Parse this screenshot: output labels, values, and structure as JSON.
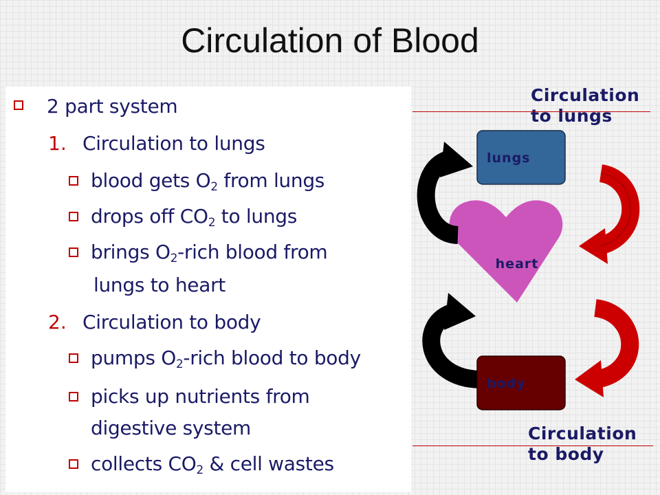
{
  "title": "Circulation of Blood",
  "bullets": {
    "b0": "2 part system",
    "n1": "1.",
    "h1": "Circulation to lungs",
    "s1a_pre": "blood gets O",
    "s1a_sub": "2",
    "s1a_post": " from lungs",
    "s1b_pre": "drops off CO",
    "s1b_sub": "2",
    "s1b_post": " to lungs",
    "s1c_pre": "brings O",
    "s1c_sub": "2",
    "s1c_post": "-rich blood from",
    "s1c_line2": "lungs to heart",
    "n2": "2.",
    "h2": "Circulation to body",
    "s2a_pre": "pumps O",
    "s2a_sub": "2",
    "s2a_post": "-rich blood to body",
    "s2b": "picks up nutrients from",
    "s2b_line2": "digestive system",
    "s2c_pre": "collects CO",
    "s2c_sub": "2",
    "s2c_post": " & cell wastes"
  },
  "diagram": {
    "lungs_label": "lungs",
    "heart_label": "heart",
    "body_label": "body",
    "top_caption_1": "Circulation",
    "top_caption_2": "to lungs",
    "bottom_caption_1": "Circulation",
    "bottom_caption_2": "to body"
  },
  "colors": {
    "text": "#1a1a66",
    "accent": "#c00000",
    "lungs_box": "#336699",
    "body_box": "#660000",
    "heart": "#cc55bb",
    "red_arrow": "#cc0000",
    "black_arrow": "#000000"
  }
}
